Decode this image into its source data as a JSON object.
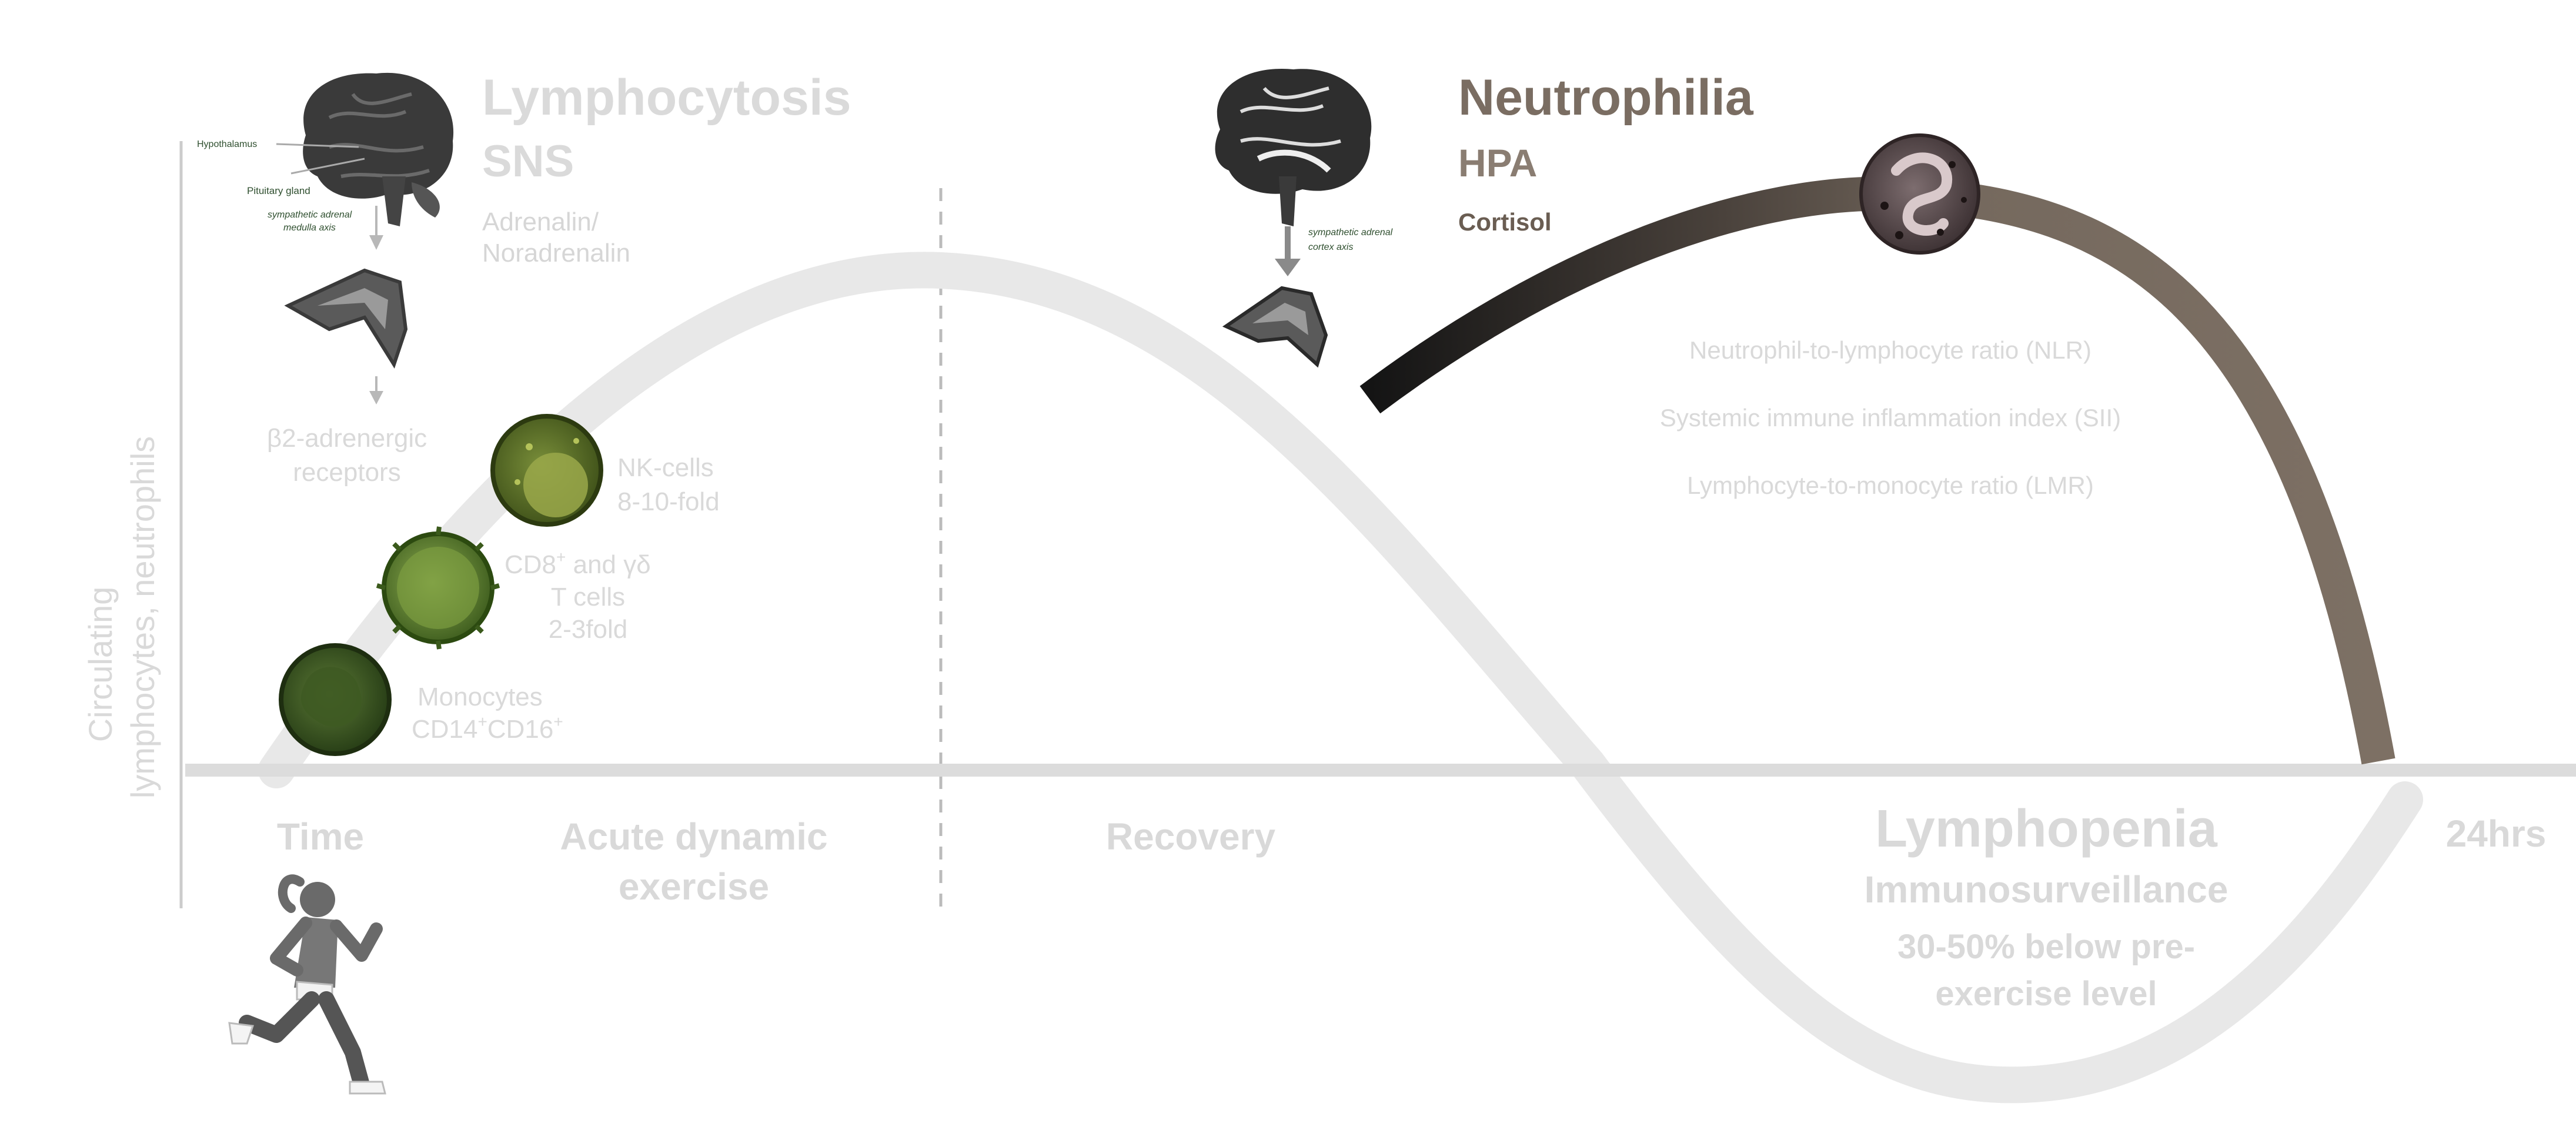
{
  "lymphocytosis": {
    "title": "Lymphocytosis",
    "system": "SNS",
    "hormone_line1": "Adrenalin/",
    "hormone_line2": "Noradrenalin"
  },
  "brain_left": {
    "hypothalamus": "Hypothalamus",
    "pituitary": "Pituitary gland",
    "axis_line1": "sympathetic adrenal",
    "axis_line2": "medulla axis"
  },
  "receptors": {
    "line1": "β2-adrenergic",
    "line2": "receptors"
  },
  "cells": {
    "nk": {
      "line1": "NK-cells",
      "line2": "8-10-fold"
    },
    "tcells": {
      "line1_main": "CD8",
      "line1_sup": "+",
      "line1_rest": " and γδ",
      "line2": "T cells",
      "line3": "2-3fold"
    },
    "monocytes": {
      "line1": "Monocytes",
      "line2_a": "CD14",
      "line2_a_sup": "+",
      "line2_b": "CD16",
      "line2_b_sup": "+"
    }
  },
  "neutrophilia": {
    "title": "Neutrophilia",
    "system": "HPA",
    "hormone": "Cortisol",
    "axis_line1": "sympathetic adrenal",
    "axis_line2": "cortex axis"
  },
  "ratios": [
    "Neutrophil-to-lymphocyte ratio (NLR)",
    "Systemic immune inflammation index (SII)",
    "Lymphocyte-to-monocyte ratio (LMR)"
  ],
  "axis": {
    "y_line1": "Circulating",
    "y_line2": "lymphocytes, neutrophils",
    "time": "Time",
    "end": "24hrs"
  },
  "phases": {
    "exercise_line1": "Acute dynamic",
    "exercise_line2": "exercise",
    "recovery": "Recovery"
  },
  "lymphopenia": {
    "title": "Lymphopenia",
    "sub": "Immunosurveillance",
    "level_line1": "30-50% below pre-",
    "level_line2": "exercise level"
  },
  "colors": {
    "curve": "#e8e8e8",
    "baseline": "#dcdcdc",
    "neutro_dark": "#151515",
    "neutro_brown": "#7b6e63",
    "faded_text": "#d6d6d6",
    "cell_green": "#5a7a2a"
  }
}
